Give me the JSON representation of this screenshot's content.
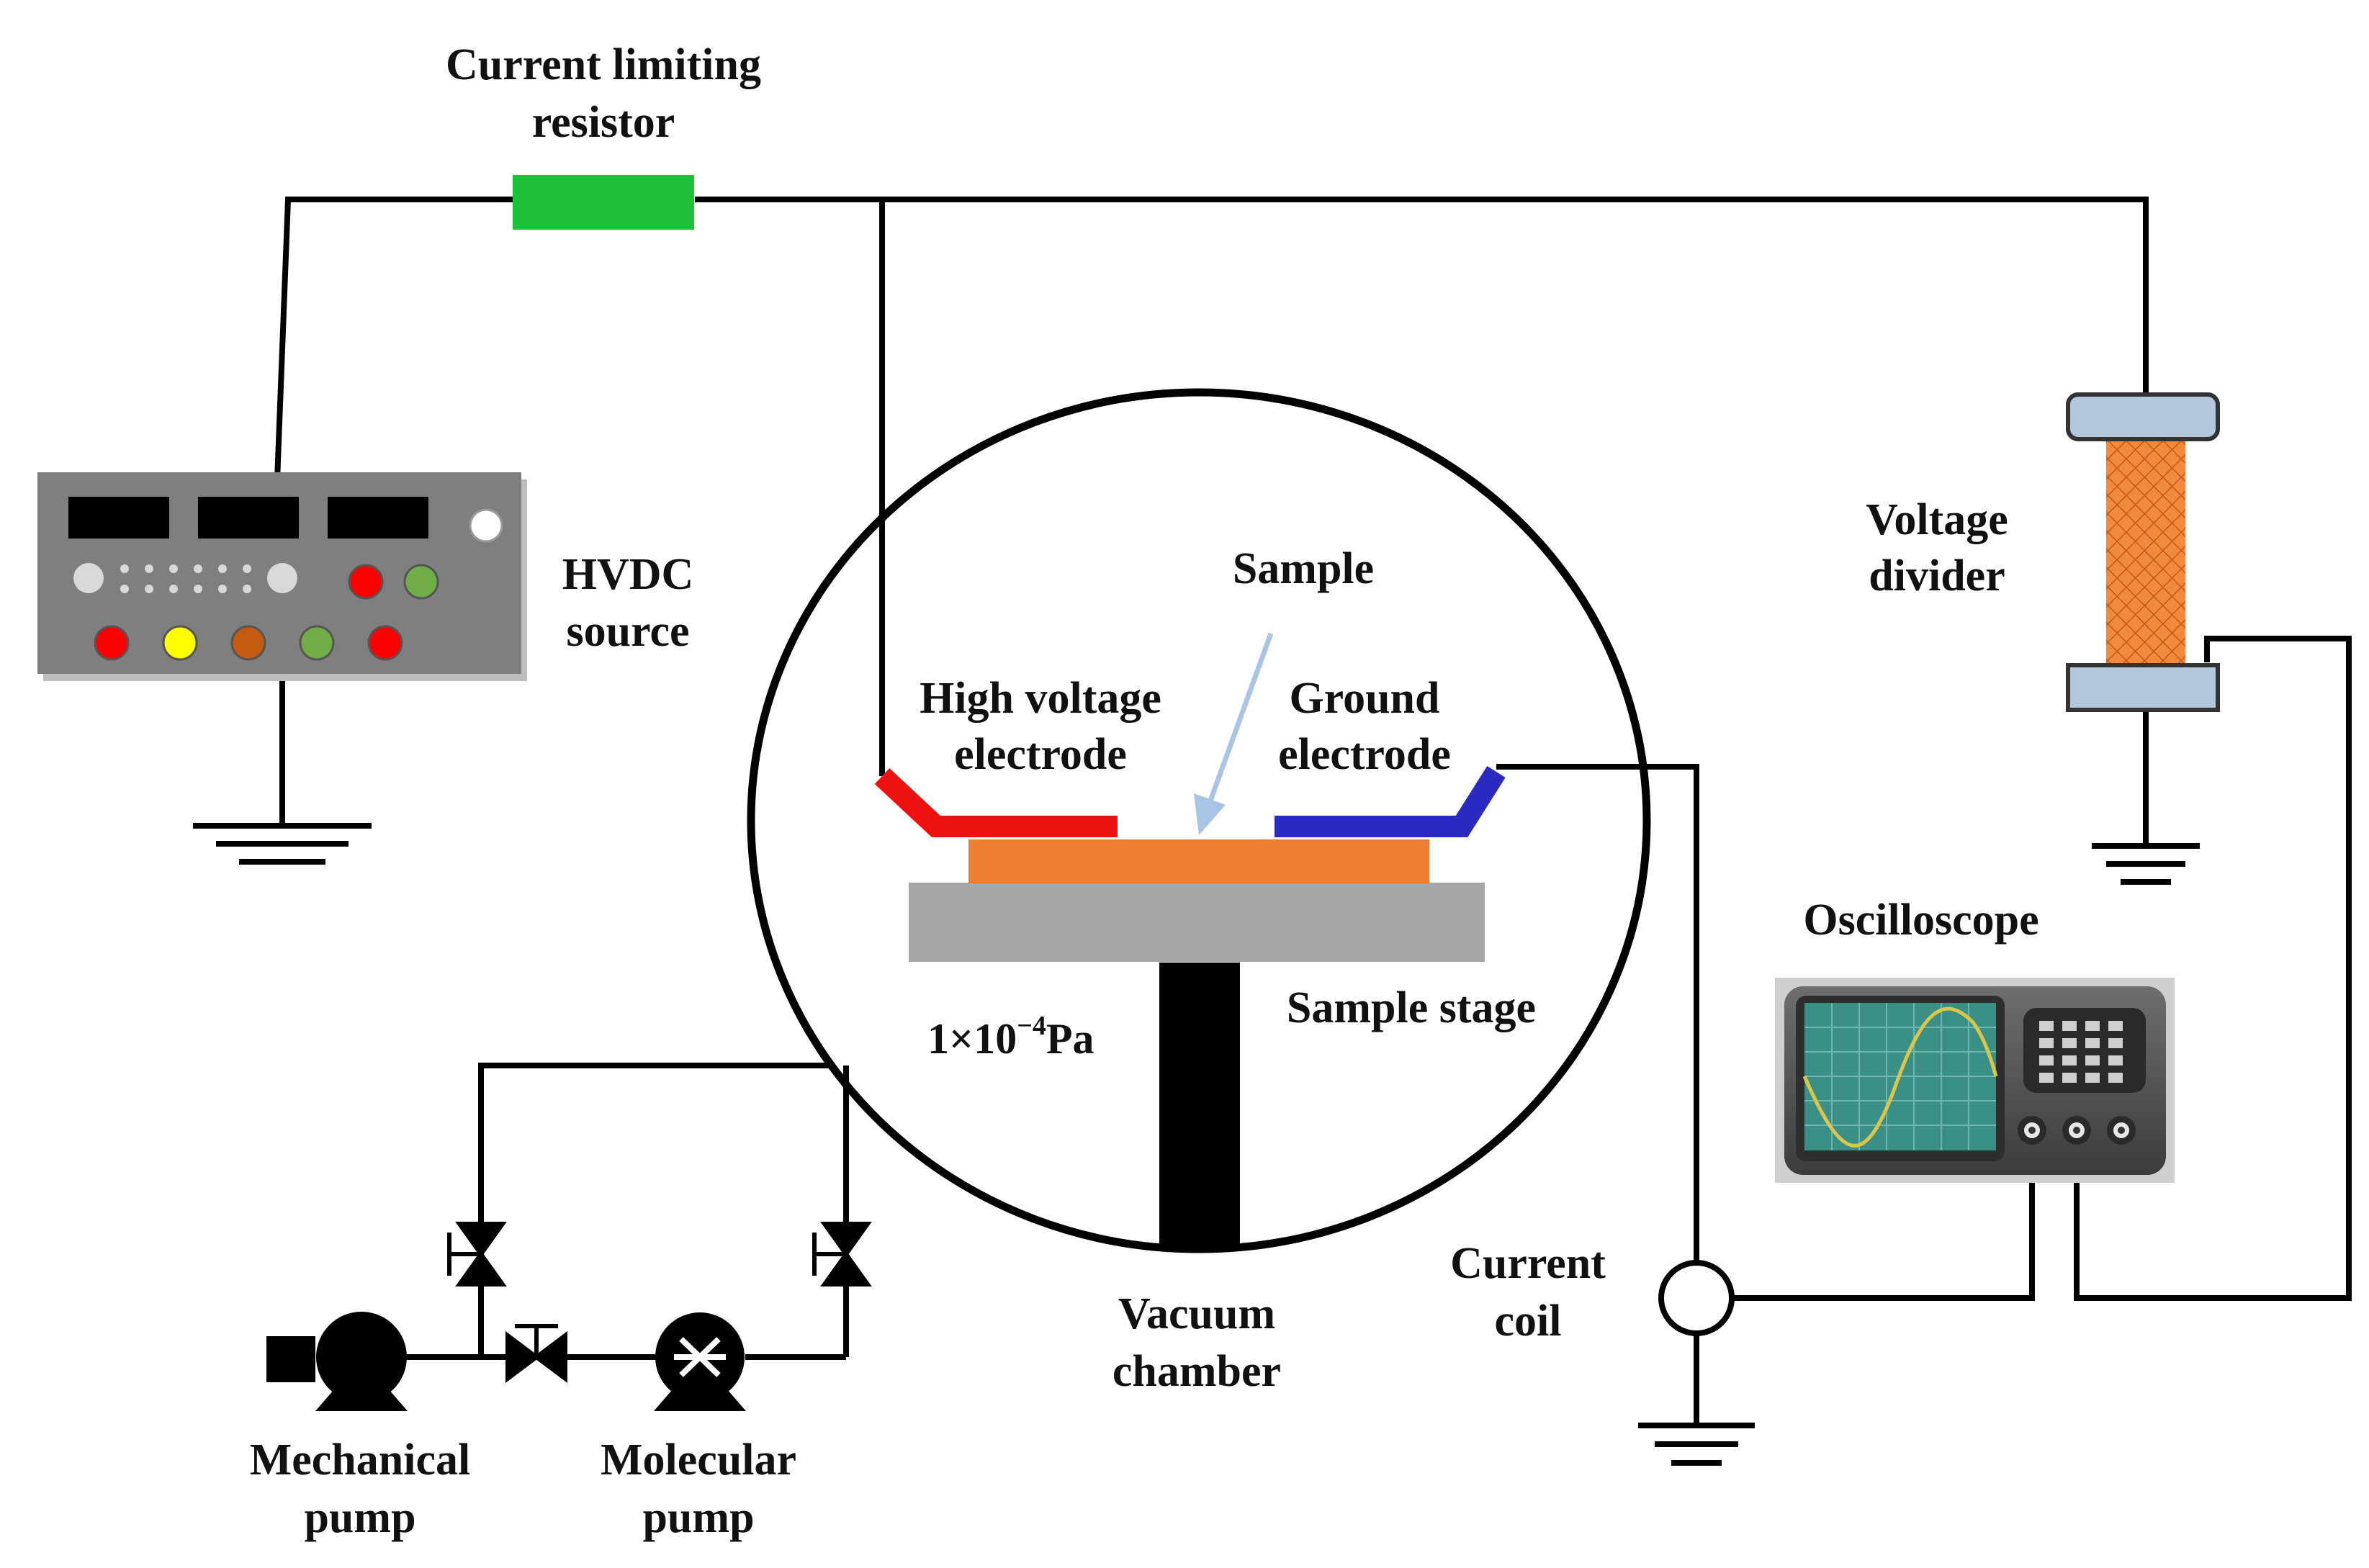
{
  "labels": {
    "resistor_line1": "Current limiting",
    "resistor_line2": "resistor",
    "hvdc_line1": "HVDC",
    "hvdc_line2": "source",
    "sample": "Sample",
    "hv_electrode_line1": "High voltage",
    "hv_electrode_line2": "electrode",
    "ground_electrode_line1": "Ground",
    "ground_electrode_line2": "electrode",
    "pressure_base": "1×10",
    "pressure_exp": "−4",
    "pressure_unit": "Pa",
    "sample_stage": "Sample stage",
    "vacuum_chamber_line1": "Vacuum",
    "vacuum_chamber_line2": "chamber",
    "voltage_divider_line1": "Voltage",
    "voltage_divider_line2": "divider",
    "oscilloscope": "Oscilloscope",
    "current_coil_line1": "Current",
    "current_coil_line2": "coil",
    "mechanical_pump_line1": "Mechanical",
    "mechanical_pump_line2": "pump",
    "molecular_pump_line1": "Molecular",
    "molecular_pump_line2": "pump"
  },
  "colors": {
    "wire": "#000000",
    "resistor": "#1fbf3a",
    "hv_electrode": "#ee1111",
    "ground_electrode": "#2a2ac0",
    "sample": "#ed7d31",
    "sample_stage": "#a6a6a6",
    "divider_body": "#f08a3c",
    "divider_caps": "#b4c7dc",
    "hvdc_panel": "#7f7f7f",
    "scope_screen": "#3a8f86",
    "scope_trace": "#d9c64a",
    "arrow": "#a9c4e4"
  },
  "hvdc_knob_colors": [
    "#ff0000",
    "#ffff00",
    "#c55a11",
    "#70ad47",
    "#ff0000"
  ],
  "hvdc_top_knob_colors": [
    "#ff0000",
    "#70ad47"
  ]
}
